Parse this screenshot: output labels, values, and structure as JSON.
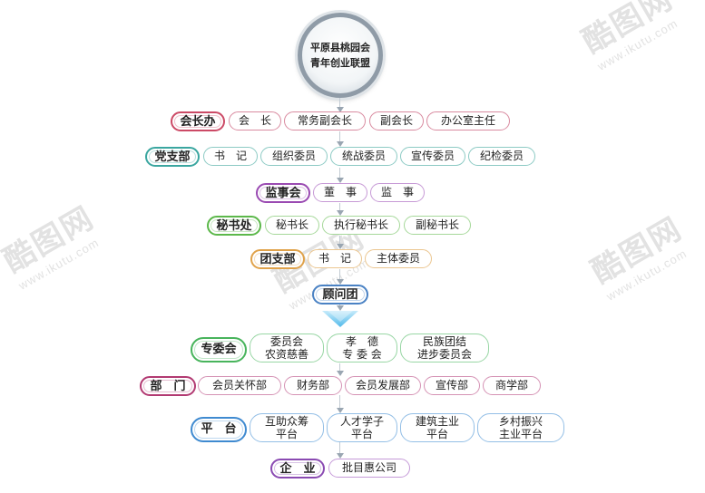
{
  "root": {
    "line1": "平原县桃园会",
    "line2": "青年创业联盟"
  },
  "colors": {
    "connector": "#c2cbd3",
    "arrow": "#9aa6b2",
    "chevron": "#6cc6ee"
  },
  "rows": [
    {
      "id": "huizhang",
      "label": "会长办",
      "color": "#cc4a66",
      "items": [
        "会　长",
        "常务副会长",
        "副会长",
        "办公室主任"
      ],
      "itemBorder": "#d98ba0"
    },
    {
      "id": "dangzhi",
      "label": "党支部",
      "color": "#3aa6a0",
      "items": [
        "书　记",
        "组织委员",
        "统战委员",
        "宣传委员",
        "纪检委员"
      ],
      "itemBorder": "#8ccac4"
    },
    {
      "id": "jianshi",
      "label": "监事会",
      "color": "#9a4ab2",
      "items": [
        "董　事",
        "监　事"
      ],
      "itemBorder": "#c79ad6"
    },
    {
      "id": "mishu",
      "label": "秘书处",
      "color": "#5cb84a",
      "items": [
        "秘书长",
        "执行秘书长",
        "副秘书长"
      ],
      "itemBorder": "#a6d89a"
    },
    {
      "id": "tuanzhi",
      "label": "团支部",
      "color": "#e0a24a",
      "items": [
        "书　记",
        "主体委员"
      ],
      "itemBorder": "#ebc690"
    },
    {
      "id": "guwen",
      "label": "顾问团",
      "color": "#4a82c4",
      "items": []
    },
    {
      "id": "zhuanwei",
      "label": "专委会",
      "color": "#48b45c",
      "items": [
        [
          "委员会",
          "农资慈善"
        ],
        [
          "孝　德",
          "专 委 会"
        ],
        [
          "民族团结",
          "进步委员会"
        ]
      ],
      "itemBorder": "#98d6a4"
    },
    {
      "id": "bumen",
      "label": "部　门",
      "color": "#b23a72",
      "items": [
        "会员关怀部",
        "财务部",
        "会员发展部",
        "宣传部",
        "商学部"
      ],
      "itemBorder": "#d592b4"
    },
    {
      "id": "pingtai",
      "label": "平　台",
      "color": "#3f8ad0",
      "items": [
        [
          "互助众筹",
          "平台"
        ],
        [
          "人才学子",
          "平台"
        ],
        [
          "建筑主业",
          "平台"
        ],
        [
          "乡村振兴",
          "主业平台"
        ]
      ],
      "itemBorder": "#94bfe6"
    },
    {
      "id": "qiye",
      "label": "企　业",
      "color": "#8a4ab2",
      "items": [
        "批目惠公司"
      ],
      "itemBorder": "#c59ad8"
    }
  ],
  "watermarks": [
    {
      "big": "酷图网",
      "small": "www.ikutu.com"
    },
    {
      "big": "酷图网",
      "small": "www.ikutu.com"
    },
    {
      "big": "酷图网",
      "small": "www.ikutu.com"
    },
    {
      "big": "酷图网",
      "small": "www.ikutu.com"
    }
  ]
}
